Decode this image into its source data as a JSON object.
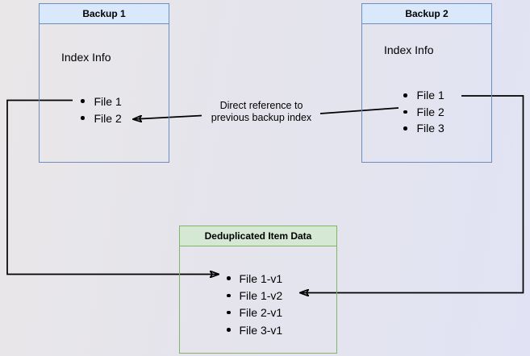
{
  "colors": {
    "blue_header_fill": "#dae8fc",
    "blue_border": "#6c8ebf",
    "green_header_fill": "#d5e8d4",
    "green_border": "#82b366",
    "arrow": "#000000",
    "background_left": "#e9e7e8",
    "background_right": "#e1e3f4"
  },
  "boxes": {
    "backup1": {
      "title": "Backup 1",
      "subtitle": "Index Info",
      "items": [
        "File 1",
        "File 2"
      ]
    },
    "backup2": {
      "title": "Backup 2",
      "subtitle": "Index Info",
      "items": [
        "File 1",
        "File 2",
        "File 3"
      ]
    },
    "dedup": {
      "title": "Deduplicated Item Data",
      "items": [
        "File 1-v1",
        "File 1-v2",
        "File 2-v1",
        "File 3-v1"
      ]
    }
  },
  "connectors": {
    "direct_reference_label": "Direct reference to previous backup index"
  }
}
